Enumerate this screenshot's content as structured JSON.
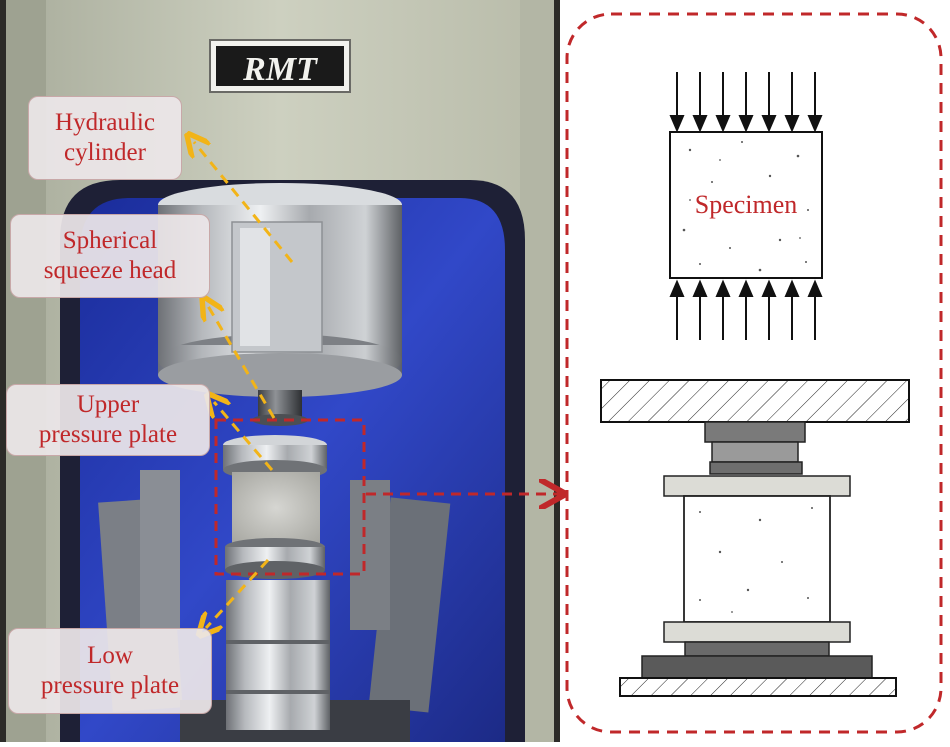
{
  "photo": {
    "logo_text": "RMT",
    "labels": {
      "hydraulic_cylinder": [
        "Hydraulic",
        "cylinder"
      ],
      "spherical_head": [
        "Spherical",
        "squeeze head"
      ],
      "upper_plate": [
        "Upper",
        "pressure plate"
      ],
      "low_plate": [
        "Low",
        "pressure plate"
      ]
    }
  },
  "diagram": {
    "specimen_label": "Specimen"
  },
  "colors": {
    "label_text": "#c0282a",
    "dashed_box": "#c0282a",
    "leader_arrow": "#f2b418",
    "machine_frame": "#c9ccbc",
    "backdrop": "#2a3fb8"
  }
}
